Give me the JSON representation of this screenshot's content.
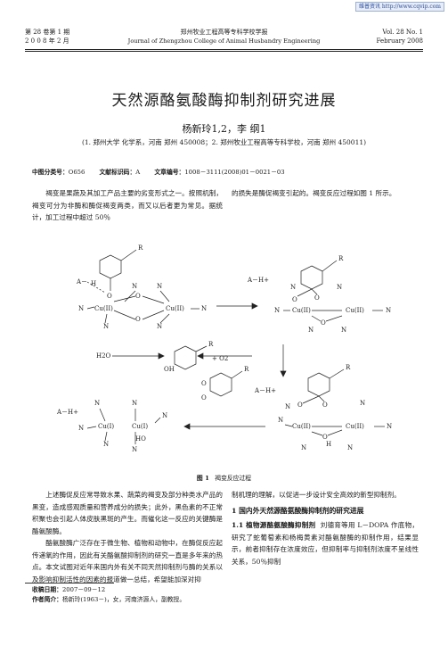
{
  "watermark": "维普资讯 http://www.cqvip.com",
  "header": {
    "left_line1": "第 28 卷第 1 期",
    "left_line2": "2 0 0 8 年 2 月",
    "center_line1": "郑州牧业工程高等专科学校学报",
    "center_line2": "Journal of Zhengzhou College of Animal Husbandry Engineering",
    "right_line1": "Vol. 28  No. 1",
    "right_line2": "February 2008"
  },
  "title": "天然源酪氨酸酶抑制剂研究进展",
  "authors": "杨新玲1,2，李 纲1",
  "affiliation": "(1. 郑州大学 化学系，河南 郑州 450008；2. 郑州牧业工程高等专科学校，河南 郑州 450011)",
  "meta": {
    "clc_label": "中图分类号：",
    "clc_value": "O656",
    "doc_label": "文献标识码：",
    "doc_value": "A",
    "article_label": "文章编号：",
    "article_value": "1008－3111(2008)01－0021－03"
  },
  "intro": {
    "left": "褐变是果蔬及其加工产品主要的劣变形式之一。按照机制，褐变可分为非酶和酶促褐变两类，而又以后者更为常见。据统计，加工过程中超过 50％",
    "right": "的损失是酶促褐变引起的。褐变反应过程如图 1 所示。"
  },
  "figure": {
    "caption_label": "图 1",
    "caption_text": "褐变反应过程",
    "labels": {
      "cu2": "Cu(II)",
      "cu1": "Cu(I)",
      "n": "N",
      "o": "O",
      "h": "H",
      "r": "R",
      "a_minus": "A－",
      "ah_plus": "A－H+",
      "water": "H2O",
      "oxygen": "+ O2",
      "oh": "OH",
      "ho": "HO"
    }
  },
  "body": {
    "left_p1": "上述酶促反应常导致水果、蔬菜的褐变及部分种类水产品的黑变，造成感观质量和营养成分的损失；此外，黑色素的不正常积聚也会引起人体皮肤黑斑的产生。而催化这一反应的关键酶是酪氨酸酶。",
    "left_p2": "酪氨酸酶广泛存在于微生物、植物和动物中，在酶促反应起传递氧的作用，因此有关酪氨酸抑制剂的研究一直是多年来的热点。本文试图对近年来国内外有关不同天然抑制剂与酶的关系以及影响抑制活性的因素的报道做一总结，希望能加深对抑",
    "right_p1": "制机理的理解，以促进一步设计安全高效的新型抑制剂。",
    "section_heading": "1  国内外天然源酪氨酸酶抑制剂的研究进展",
    "sub_label": "1.1  植物源酪氨酸酶抑制剂",
    "right_p2": "刘德育等用 L－DOPA 作底物，研究了蛇葡萄素和杨梅黄素对酪氨酸酶的抑制作用，结果显示，前者抑制存在浓度效应，但抑制率与抑制剂浓度不呈线性关系，50％抑制"
  },
  "footnote": {
    "received_label": "收稿日期：",
    "received_value": "2007－09－12",
    "author_label": "作者简介：",
    "author_value": "杨新玲(1963－)，女，河南济源人，副教授。"
  }
}
